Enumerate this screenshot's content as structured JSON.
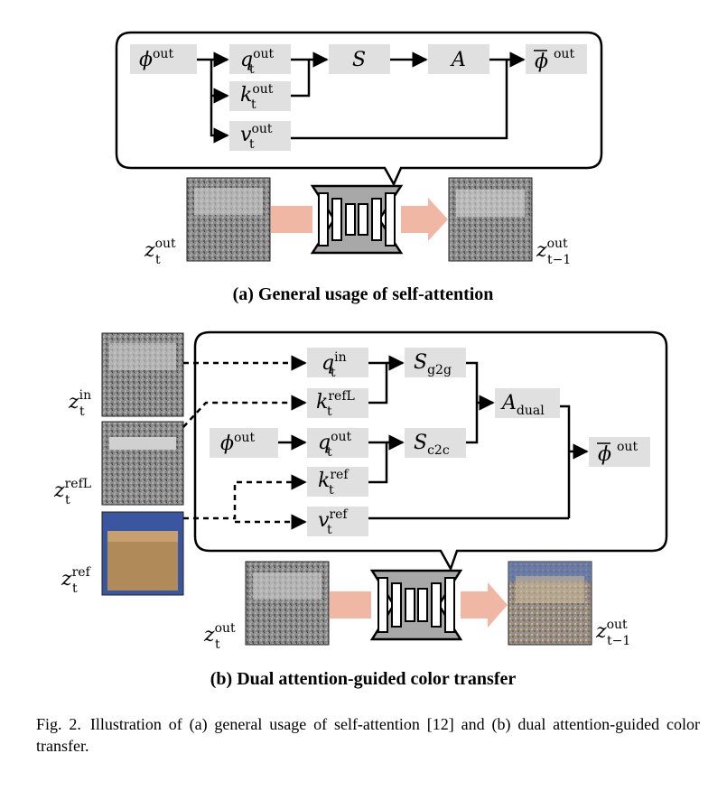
{
  "panel_a": {
    "nodes": {
      "phi_out": {
        "base": "ϕ",
        "sup": "out"
      },
      "q_out": {
        "base": "q",
        "sub": "t",
        "sup": "out"
      },
      "k_out": {
        "base": "k",
        "sub": "t",
        "sup": "out"
      },
      "v_out": {
        "base": "v",
        "sub": "t",
        "sup": "out"
      },
      "S": {
        "base": "S"
      },
      "A": {
        "base": "A"
      },
      "phibar_out": {
        "base": "ϕ",
        "sup": "out"
      }
    },
    "z_in_label": {
      "base": "z",
      "sub": "t",
      "sup": "out"
    },
    "z_out_label": {
      "base": "z",
      "sub": "t−1",
      "sup": "out"
    },
    "caption": "(a) General usage of self-attention"
  },
  "panel_b": {
    "nodes": {
      "q_in": {
        "base": "q",
        "sub": "t",
        "sup": "in"
      },
      "k_refL": {
        "base": "k",
        "sub": "t",
        "sup": "refL"
      },
      "phi_out": {
        "base": "ϕ",
        "sup": "out"
      },
      "q_out": {
        "base": "q",
        "sub": "t",
        "sup": "out"
      },
      "k_ref": {
        "base": "k",
        "sub": "t",
        "sup": "ref"
      },
      "v_ref": {
        "base": "v",
        "sub": "t",
        "sup": "ref"
      },
      "S_g2g": {
        "base": "S",
        "sub": "g2g"
      },
      "S_c2c": {
        "base": "S",
        "sub": "c2c"
      },
      "A_dual": {
        "base": "A",
        "sub": "dual"
      },
      "phibar_out": {
        "base": "ϕ",
        "sup": "out"
      }
    },
    "side_labels": {
      "z_in": {
        "base": "z",
        "sub": "t",
        "sup": "in"
      },
      "z_refL": {
        "base": "z",
        "sub": "t",
        "sup": "refL"
      },
      "z_ref": {
        "base": "z",
        "sub": "t",
        "sup": "ref"
      }
    },
    "z_in_label": {
      "base": "z",
      "sub": "t",
      "sup": "out"
    },
    "z_out_label": {
      "base": "z",
      "sub": "t−1",
      "sup": "out"
    },
    "caption": "(b) Dual attention-guided color transfer"
  },
  "figure_caption": {
    "label": "Fig. 2.",
    "text": "Illustration of (a) general usage of self-attention [12] and (b) dual attention-guided color transfer."
  },
  "colors": {
    "node_fill": "#e0e0e0",
    "arrow_band": "#f0b8a4",
    "unet_fill": "#a8a8a8",
    "photo_gray": "#7a7a7a",
    "photo_sky": "#3a56a0",
    "photo_stone": "#b08a58"
  }
}
